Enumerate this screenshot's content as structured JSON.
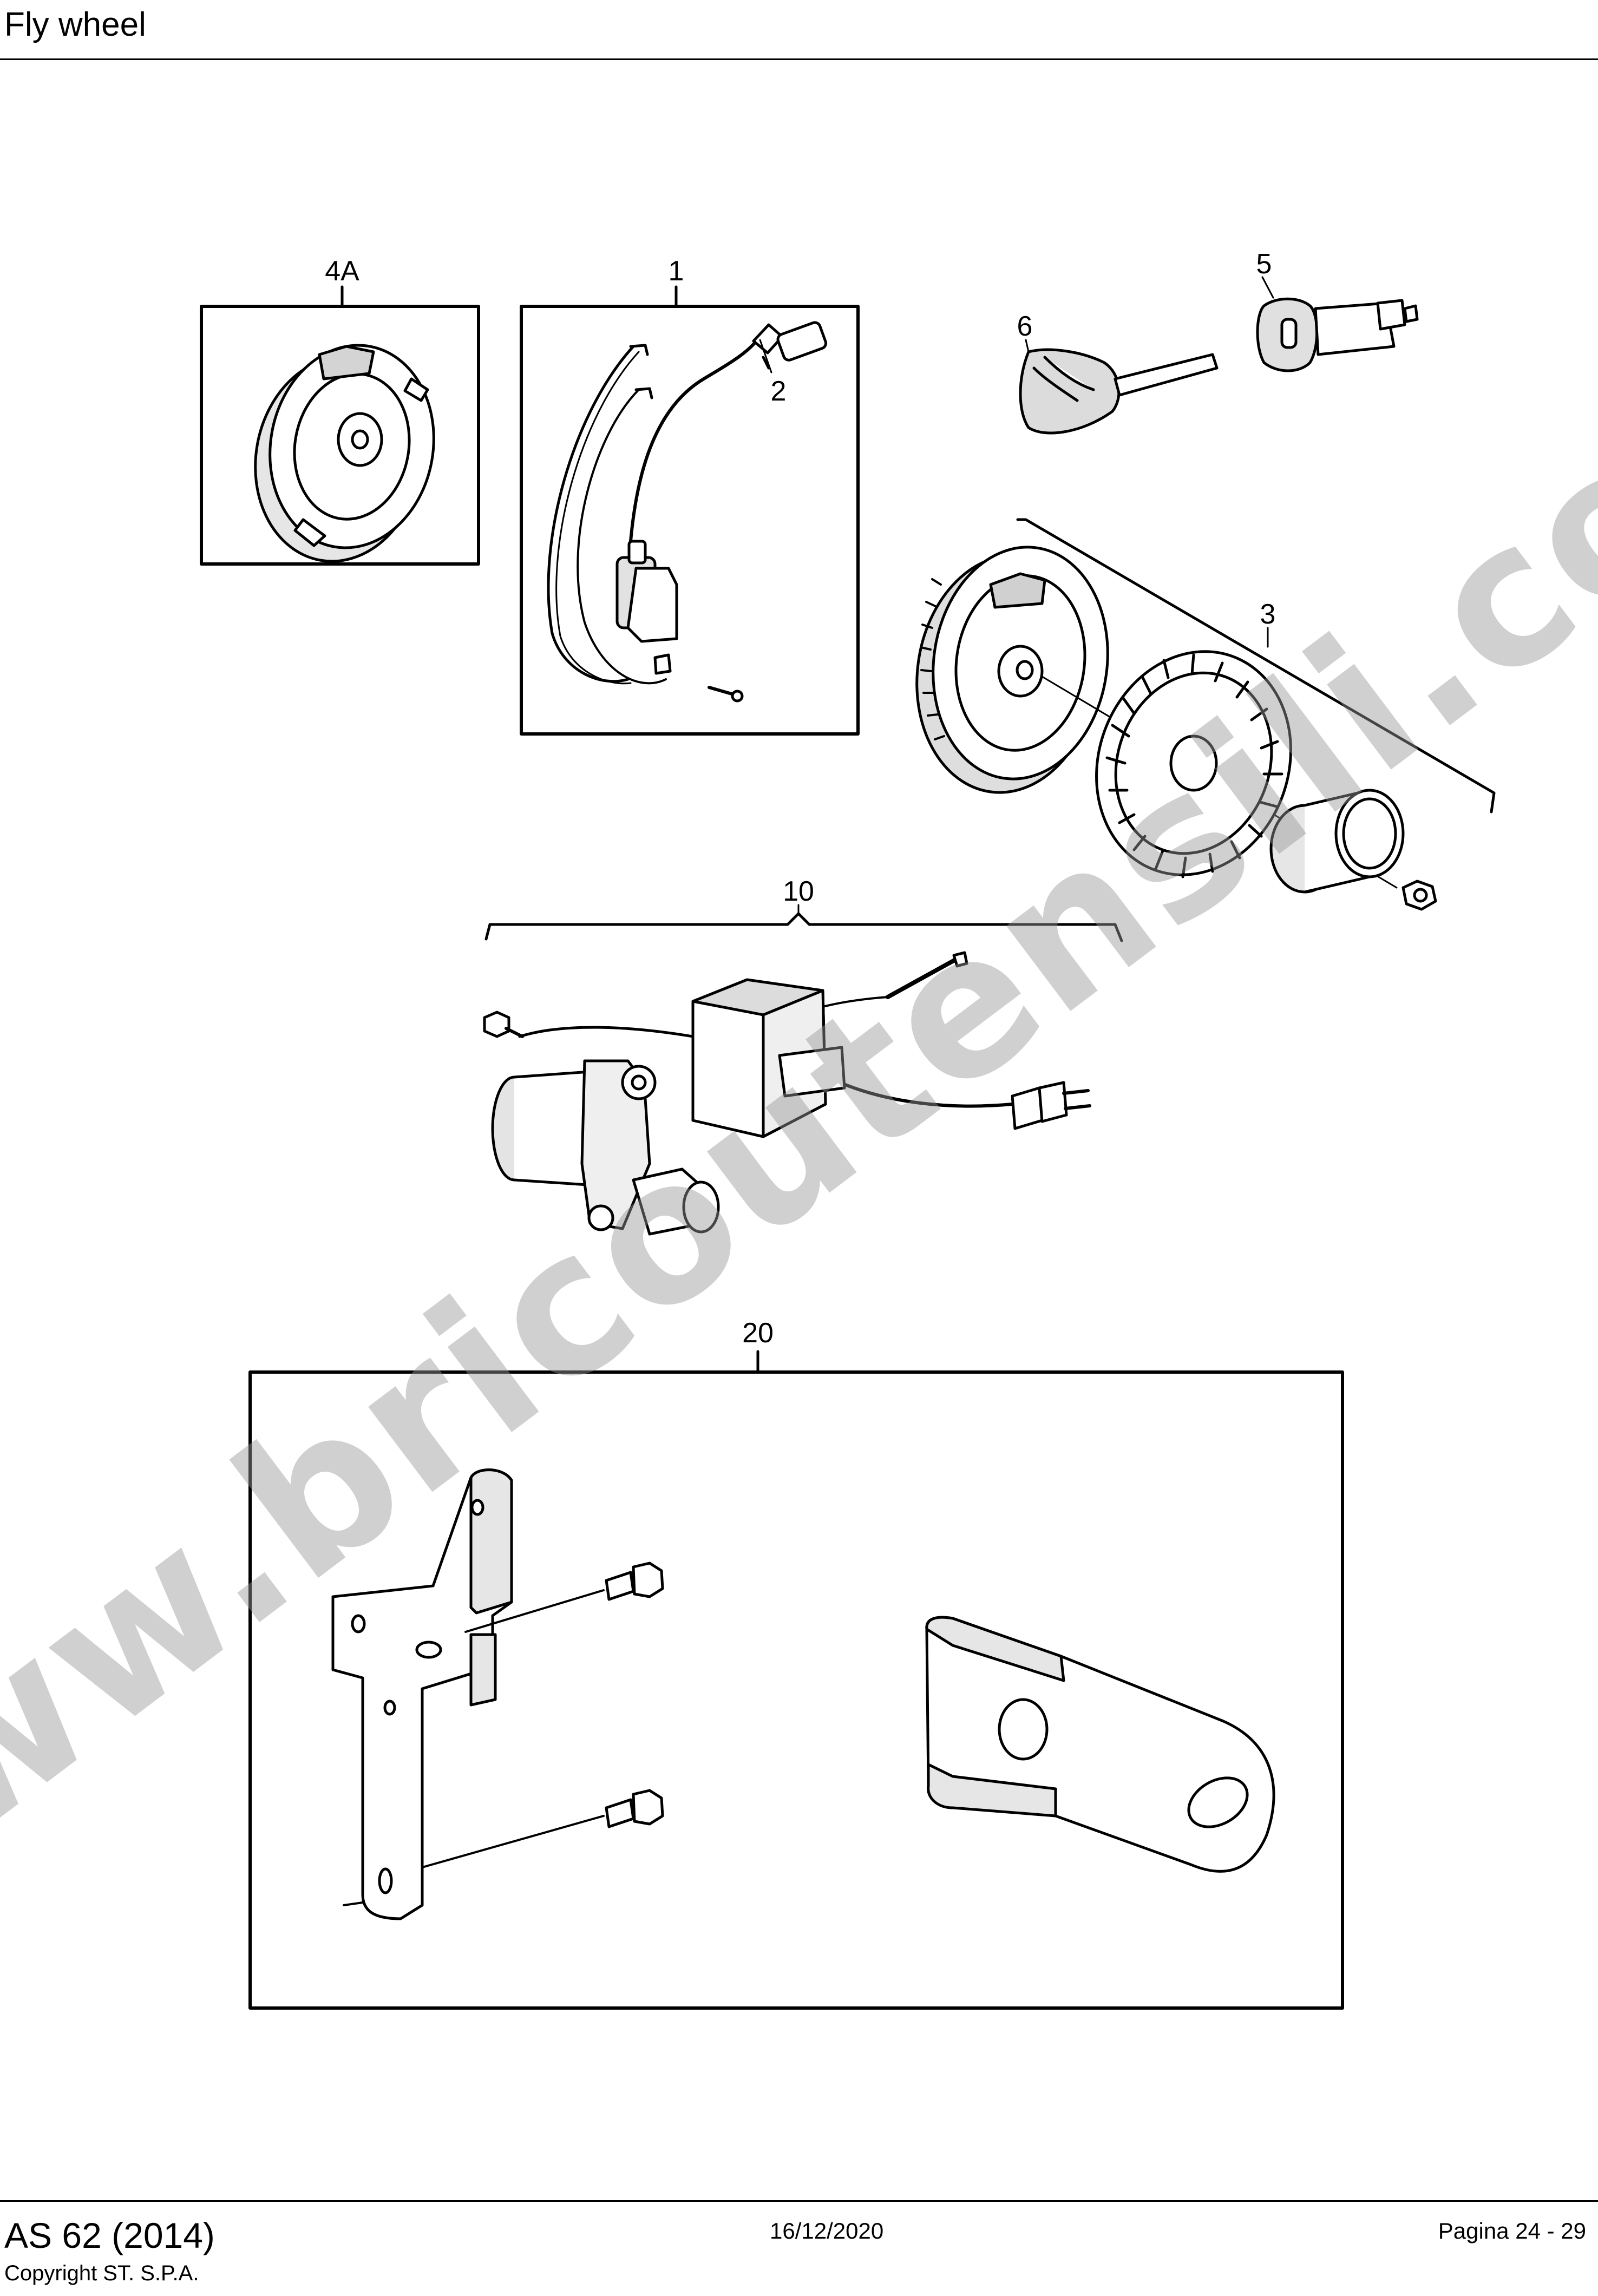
{
  "header": {
    "title": "Fly wheel"
  },
  "callouts": {
    "c1": "1",
    "c2": "2",
    "c3": "3",
    "c4a": "4A",
    "c5": "5",
    "c6": "6",
    "c10": "10",
    "c20": "20"
  },
  "watermark": {
    "text": "www.bricoutensili.com"
  },
  "footer": {
    "model": "AS 62 (2014)",
    "copyright": "Copyright ST. S.P.A.",
    "date": "16/12/2020",
    "page": "Pagina 24 - 29"
  }
}
